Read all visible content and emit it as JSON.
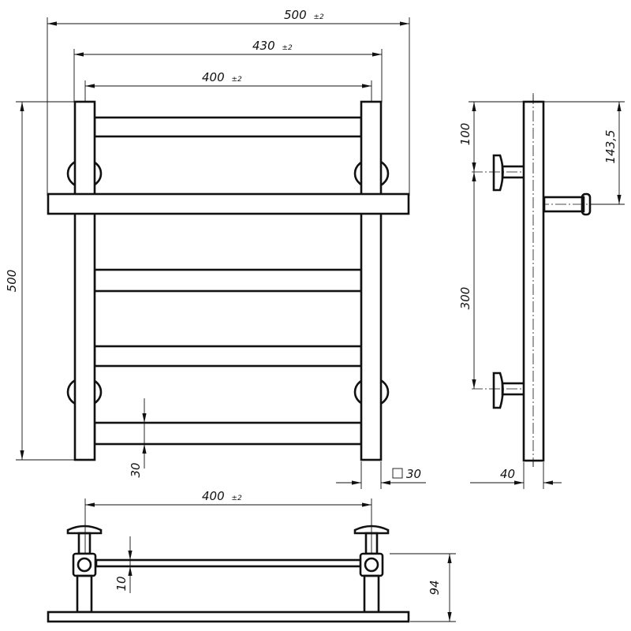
{
  "dimensions": {
    "overall_width": {
      "value": "500",
      "tolerance": "±2"
    },
    "mount_width": {
      "value": "430",
      "tolerance": "±2"
    },
    "rail_width": {
      "value": "400",
      "tolerance": "±2"
    },
    "height": {
      "value": "500"
    },
    "rung_pitch": {
      "value": "30"
    },
    "profile": {
      "value": "30"
    },
    "top_offset": {
      "value": "100"
    },
    "shelf_offset": {
      "value": "143,5"
    },
    "bracket_spacing": {
      "value": "300"
    },
    "depth_offset": {
      "value": "40"
    },
    "bottom_width": {
      "value": "400",
      "tolerance": "±2"
    },
    "rung_thickness": {
      "value": "10"
    },
    "total_depth": {
      "value": "94"
    }
  }
}
